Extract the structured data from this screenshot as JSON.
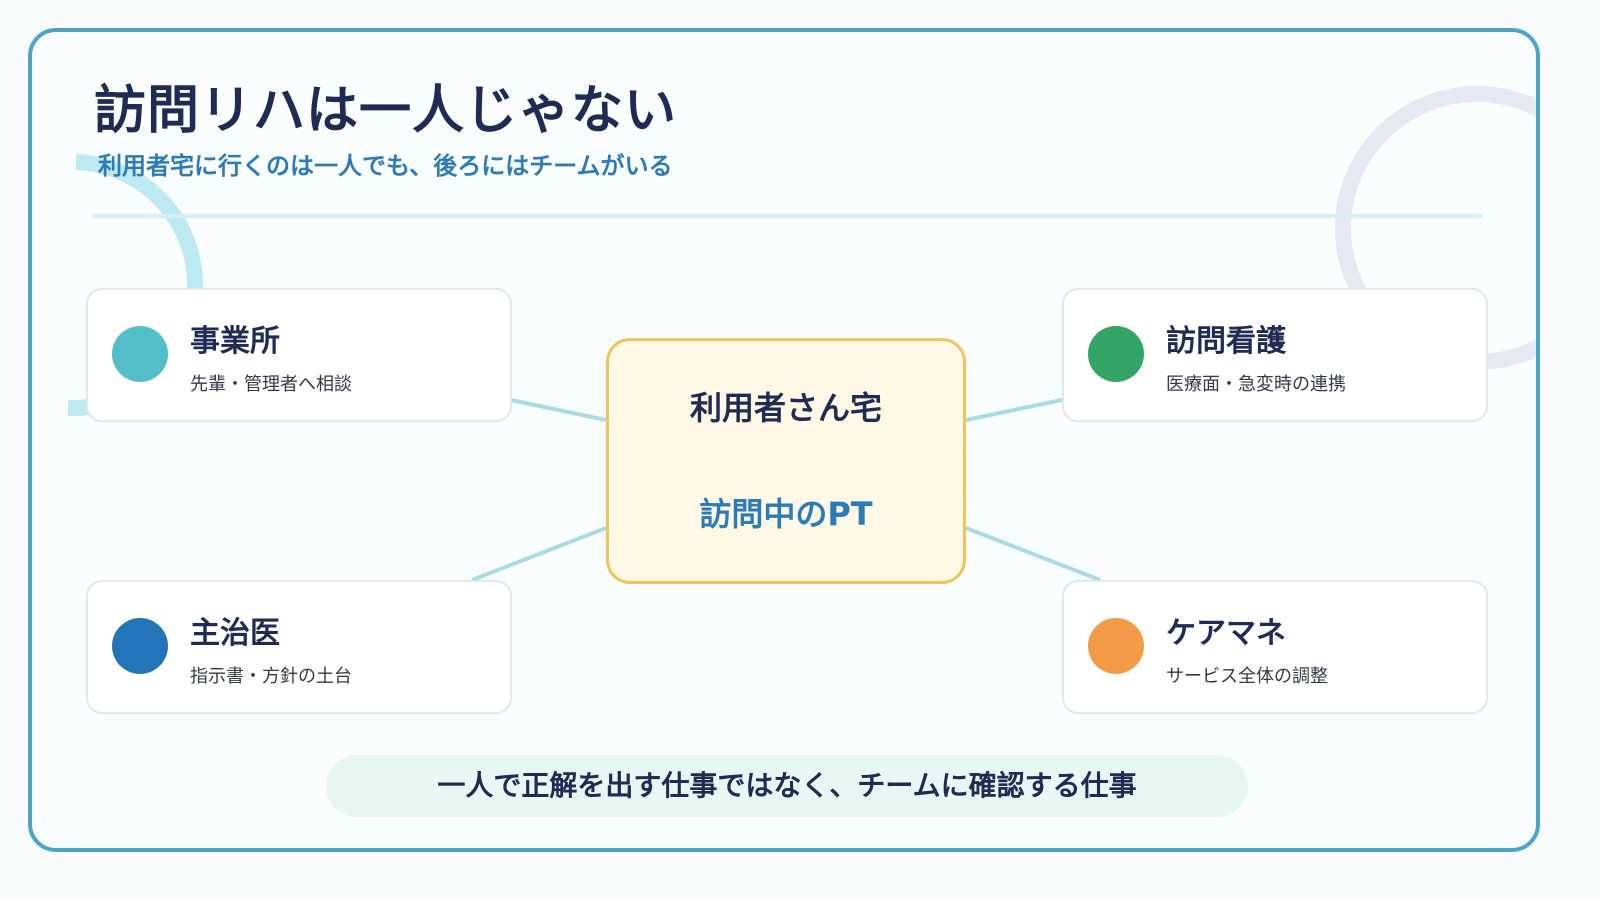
{
  "slide": {
    "title": "訪問リハは一人じゃない",
    "subtitle": "利用者宅に行くのは一人でも、後ろにはチームがいる",
    "center": {
      "title": "利用者さん宅",
      "subtitle": "訪問中のPT"
    },
    "nodes": [
      {
        "name": "事業所",
        "desc": "先輩・管理者へ相談",
        "color": "#52bfc8"
      },
      {
        "name": "訪問看護",
        "desc": "医療面・急変時の連携",
        "color": "#32a463"
      },
      {
        "name": "主治医",
        "desc": "指示書・方針の土台",
        "color": "#2474b9"
      },
      {
        "name": "ケアマネ",
        "desc": "サービス全体の調整",
        "color": "#f39a46"
      }
    ],
    "footer": "一人で正解を出す仕事ではなく、チームに確認する仕事"
  },
  "colors": {
    "border": "#4aa6c6",
    "title": "#1f2a55",
    "accent": "#2b7bb9",
    "connector": "#a8dbe3",
    "center_fill": "#fef8e6",
    "center_border": "#f0c45a"
  }
}
